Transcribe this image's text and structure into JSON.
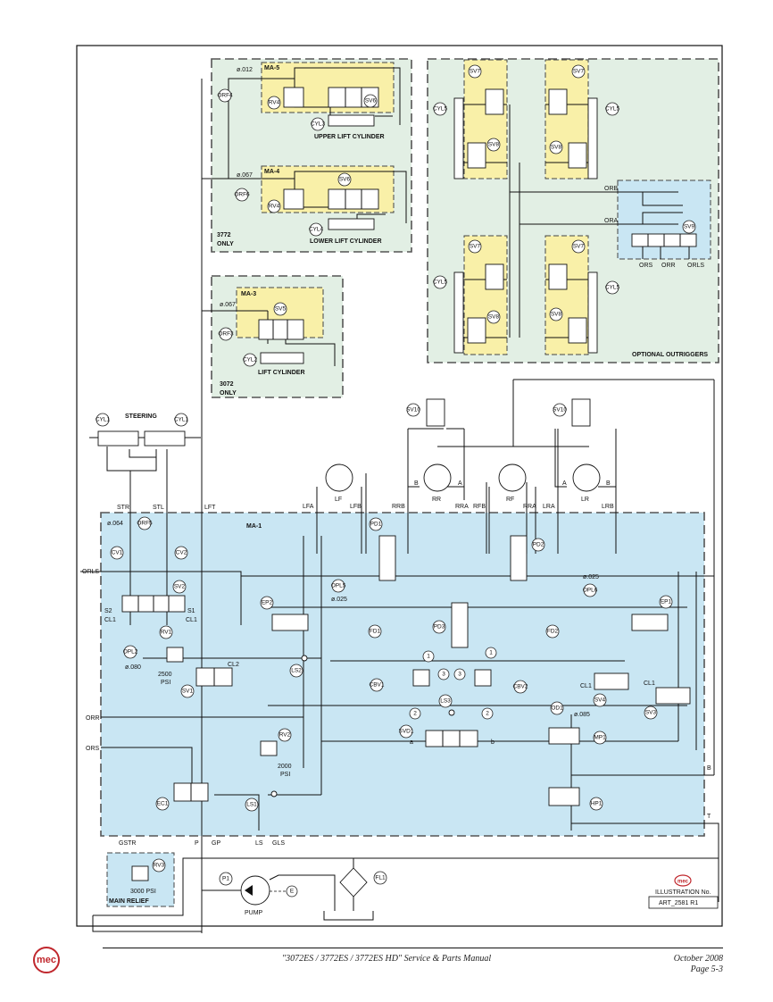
{
  "colors": {
    "frame": "#111111",
    "ma1_fill": "#c9e6f3",
    "option_fill": "#e2efe4",
    "module_fill": "#f9f0a8",
    "brand_red": "#c0272d"
  },
  "zones": {
    "ma5": {
      "name": "MA-5",
      "orifice_size": "ø.012",
      "orifice": "ORF4",
      "relief": "RV4",
      "valve": "SV6",
      "cylinder": "CYL3",
      "cylinder_label": "UPPER LIFT CYLINDER"
    },
    "ma4": {
      "name": "MA-4",
      "orifice_size": "ø.067",
      "orifice": "ORF6",
      "relief": "RV4",
      "valve": "SV6",
      "cylinder": "CYL4",
      "cylinder_label": "LOWER LIFT CYLINDER"
    },
    "lift3772": {
      "note_line1": "3772",
      "note_line2": "ONLY"
    },
    "ma3": {
      "name": "MA-3",
      "orifice_size": "ø.067",
      "orifice": "ORF3",
      "valve": "SV5",
      "cylinder": "CYL2",
      "cylinder_label": "LIFT CYLINDER",
      "note_line1": "3072",
      "note_line2": "ONLY"
    },
    "outriggers": {
      "label": "OPTIONAL OUTRIGGERS",
      "cylinder": "CYL5",
      "upper_valve": "SV7",
      "lower_valve": "SV8",
      "control_valve": "SV9",
      "ports": [
        "ORB",
        "ORA",
        "ORS",
        "ORR",
        "ORLS"
      ]
    },
    "steering": {
      "label": "STEERING",
      "cylinder_left": "CYL1",
      "cylinder_right": "CYL1"
    },
    "ma1": {
      "name": "MA-1"
    },
    "main_relief": {
      "label": "MAIN RELIEF",
      "valve": "RV3",
      "pressure": "3000 PSI"
    }
  },
  "drive": {
    "motors": [
      {
        "tag": "LF",
        "ports": [
          "LFA",
          "LFB"
        ]
      },
      {
        "tag": "RR",
        "ports": [
          "RRB",
          "RRA"
        ],
        "side_labels": [
          "B",
          "A"
        ]
      },
      {
        "tag": "RF",
        "ports": [
          "RFB",
          "RRA"
        ]
      },
      {
        "tag": "LR",
        "ports": [
          "LRA",
          "LRB"
        ],
        "side_labels": [
          "A",
          "B"
        ]
      }
    ],
    "brake_valves": [
      "SV10",
      "SV10"
    ]
  },
  "ports": {
    "top": [
      "STR",
      "STL",
      "LFT"
    ],
    "left": [
      "ORLS",
      "ORR",
      "ORS"
    ],
    "bottom": [
      "GSTR",
      "P",
      "GP",
      "LS",
      "GLS"
    ],
    "right": [
      "B",
      "T"
    ]
  },
  "components": {
    "orf5": {
      "tag": "ORF5",
      "size": "ø.064"
    },
    "cv1": "CV1",
    "cv2": "CV2",
    "sv2": {
      "tag": "SV2",
      "left_coil": "S2",
      "left_cl": "CL1",
      "right_coil": "S1",
      "right_cl": "CL1"
    },
    "rv1": {
      "tag": "RV1",
      "pressure_line1": "2500",
      "pressure_line2": "PSI"
    },
    "opl2": {
      "tag": "OPL2",
      "size": "ø.080"
    },
    "sv1": {
      "tag": "SV1",
      "coil": "CL2"
    },
    "ep2": "EP2",
    "opl5": {
      "tag": "OPL5",
      "size": "ø.025"
    },
    "fd1": "FD1",
    "pd1": "PD1",
    "pd2": "PD2",
    "pd3": "PD3",
    "opl6": {
      "tag": "OPL6",
      "size": "ø.025"
    },
    "fd2": "FD2",
    "ep1": "EP1",
    "ls2": "LS2",
    "cbv1": "CBV1",
    "cbv2": "CBV2",
    "ls3": "LS3",
    "port_numbers": [
      "1",
      "3",
      "2",
      "1",
      "3",
      "2"
    ],
    "svd1": {
      "tag": "SVD1",
      "a": "a",
      "b": "b"
    },
    "sv4": {
      "tag": "SV4",
      "coil": "CL1"
    },
    "sv3": {
      "tag": "SV3",
      "coil": "CL1"
    },
    "od1": {
      "tag": "OD1",
      "size": "ø.085"
    },
    "mp1": "MP1",
    "hp1": "HP1",
    "rv2": {
      "tag": "RV2",
      "pressure_line1": "2000",
      "pressure_line2": "PSI"
    },
    "ec1": "EC1",
    "ls1": "LS1",
    "p1": {
      "tag": "P1",
      "label": "PUMP"
    },
    "engine": "E",
    "fl1": "FL1"
  },
  "illustration": {
    "brand": "mec",
    "label": "ILLUSTRATION No.",
    "number": "ART_2581 R1"
  },
  "footer": {
    "brand": "mec",
    "title": "\"3072ES / 3772ES / 3772ES HD\" Service & Parts Manual",
    "date": "October 2008",
    "page": "Page 5-3"
  }
}
